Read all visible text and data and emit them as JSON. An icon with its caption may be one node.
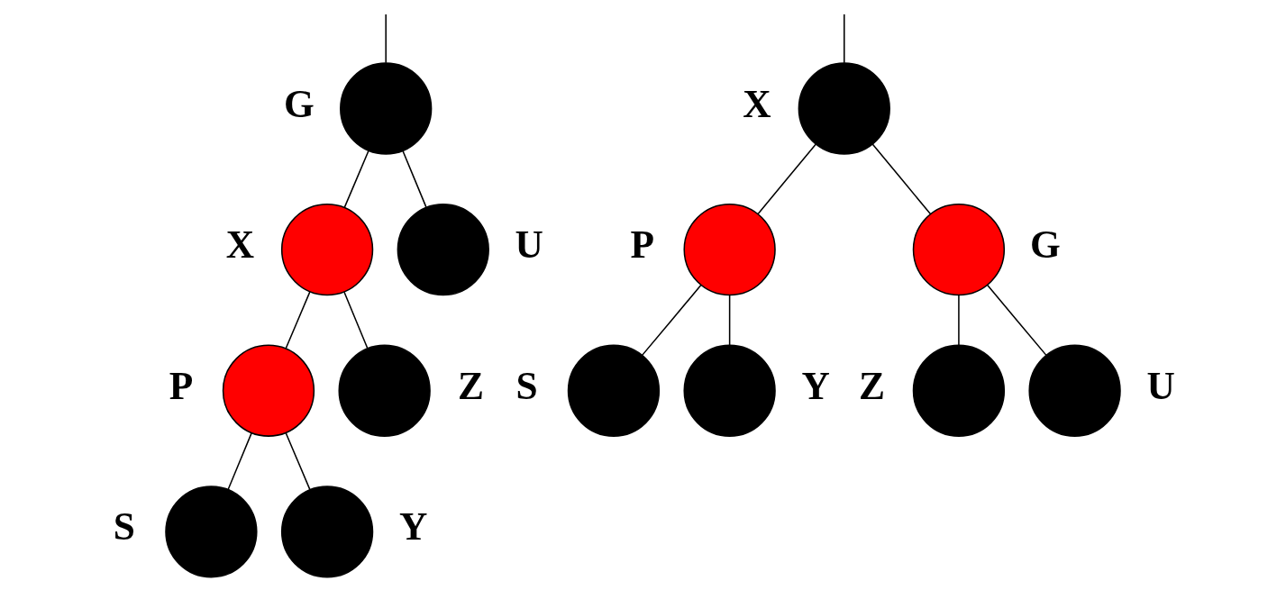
{
  "diagram": {
    "nodes": [
      {
        "text": [],
        "shape": "circle",
        "beside": [
          "G"
        ]
      },
      {
        "text": [],
        "shape": "circle",
        "beside": [
          "X"
        ]
      },
      {
        "text": [],
        "shape": "circle",
        "beside": [
          "U"
        ]
      },
      {
        "text": [],
        "shape": "circle",
        "beside": [
          "P"
        ]
      },
      {
        "text": [],
        "shape": "circle",
        "beside": [
          "Z"
        ]
      },
      {
        "text": [],
        "shape": "circle",
        "beside": [
          "S"
        ]
      },
      {
        "text": [],
        "shape": "circle",
        "beside": [
          "Y"
        ]
      },
      {
        "text": [],
        "shape": "circle",
        "beside": [
          "X"
        ]
      },
      {
        "text": [],
        "shape": "circle",
        "beside": [
          "P"
        ]
      },
      {
        "text": [],
        "shape": "circle",
        "beside": [
          "G"
        ]
      },
      {
        "text": [],
        "shape": "circle",
        "beside": [
          "S"
        ]
      },
      {
        "text": [],
        "shape": "circle",
        "beside": [
          "Y"
        ]
      },
      {
        "text": [],
        "shape": "circle",
        "beside": [
          "Z"
        ]
      },
      {
        "text": [],
        "shape": "circle",
        "beside": [
          "U"
        ]
      }
    ],
    "edges": [
      {
        "from": null,
        "to": 0,
        "arrow": "none"
      },
      {
        "from": 0,
        "to": 1,
        "arrow": "none"
      },
      {
        "from": 0,
        "to": 2,
        "arrow": "none"
      },
      {
        "from": 1,
        "to": 3,
        "arrow": "none"
      },
      {
        "from": 1,
        "to": 4,
        "arrow": "none"
      },
      {
        "from": 3,
        "to": 5,
        "arrow": "none"
      },
      {
        "from": 3,
        "to": 6,
        "arrow": "none"
      },
      {
        "from": null,
        "to": 7,
        "arrow": "none"
      },
      {
        "from": 7,
        "to": 8,
        "arrow": "none"
      },
      {
        "from": 7,
        "to": 9,
        "arrow": "none"
      },
      {
        "from": 8,
        "to": 10,
        "arrow": "none"
      },
      {
        "from": 8,
        "to": 11,
        "arrow": "none"
      },
      {
        "from": 9,
        "to": 12,
        "arrow": "none"
      },
      {
        "from": 9,
        "to": 13,
        "arrow": "none"
      }
    ]
  }
}
